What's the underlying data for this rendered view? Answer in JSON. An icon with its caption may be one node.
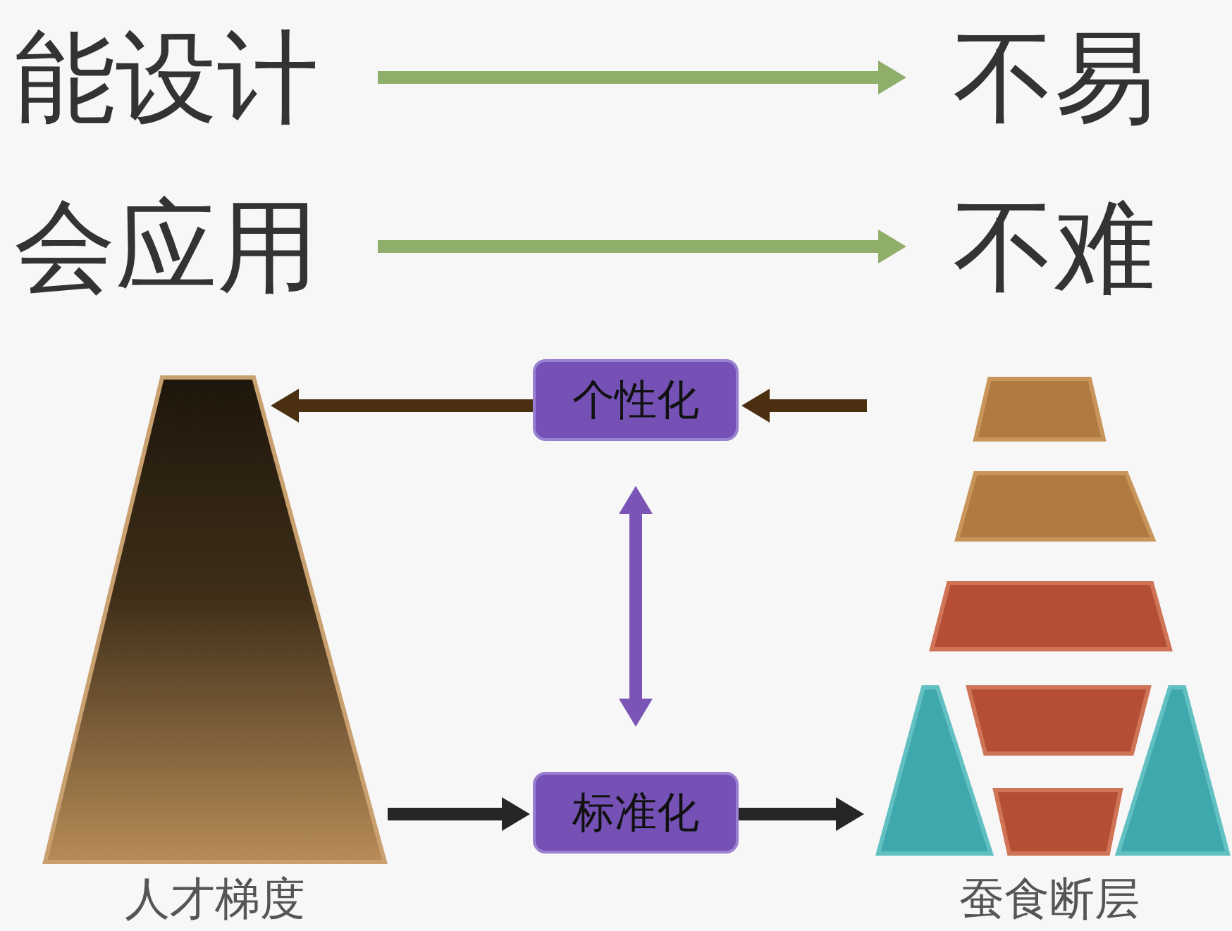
{
  "diagram": {
    "nodes": [
      {
        "text": [
          "能设计"
        ]
      },
      {
        "text": [
          "不易"
        ]
      },
      {
        "text": [
          "会应用"
        ]
      },
      {
        "text": [
          "不难"
        ]
      },
      {
        "text": [
          "个性化"
        ]
      },
      {
        "text": [
          "标准化"
        ]
      },
      {
        "text": [
          "人才梯度"
        ]
      },
      {
        "text": [
          "蚕食断层"
        ]
      }
    ],
    "edges": [
      {
        "from": 0,
        "to": 1,
        "arrow": "to",
        "color": "#8fae6a"
      },
      {
        "from": 2,
        "to": 3,
        "arrow": "to",
        "color": "#8fae6a"
      },
      {
        "from": 7,
        "to": 4,
        "arrow": "to",
        "color": "#4a3010"
      },
      {
        "from": 4,
        "to": 6,
        "arrow": "to",
        "color": "#4a3010"
      },
      {
        "from": 4,
        "to": 5,
        "arrow": "both",
        "color": "#7a55b5"
      },
      {
        "from": 6,
        "to": 5,
        "arrow": "to",
        "color": "#262626"
      },
      {
        "from": 5,
        "to": 7,
        "arrow": "to",
        "color": "#262626"
      }
    ]
  }
}
